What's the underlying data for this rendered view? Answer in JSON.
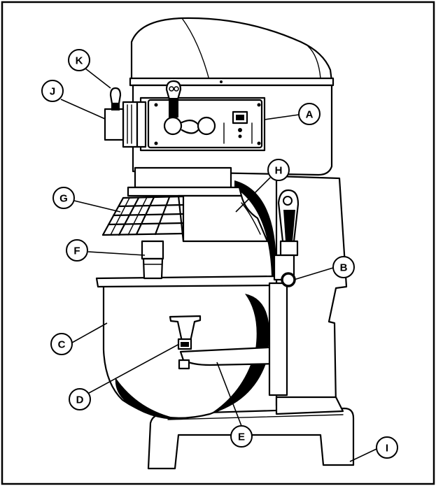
{
  "diagram": {
    "callouts": [
      {
        "id": "A",
        "label": "A"
      },
      {
        "id": "B",
        "label": "B"
      },
      {
        "id": "C",
        "label": "C"
      },
      {
        "id": "D",
        "label": "D"
      },
      {
        "id": "E",
        "label": "E"
      },
      {
        "id": "F",
        "label": "F"
      },
      {
        "id": "G",
        "label": "G"
      },
      {
        "id": "H",
        "label": "H"
      },
      {
        "id": "I",
        "label": "I"
      },
      {
        "id": "J",
        "label": "J"
      },
      {
        "id": "K",
        "label": "K"
      }
    ]
  }
}
